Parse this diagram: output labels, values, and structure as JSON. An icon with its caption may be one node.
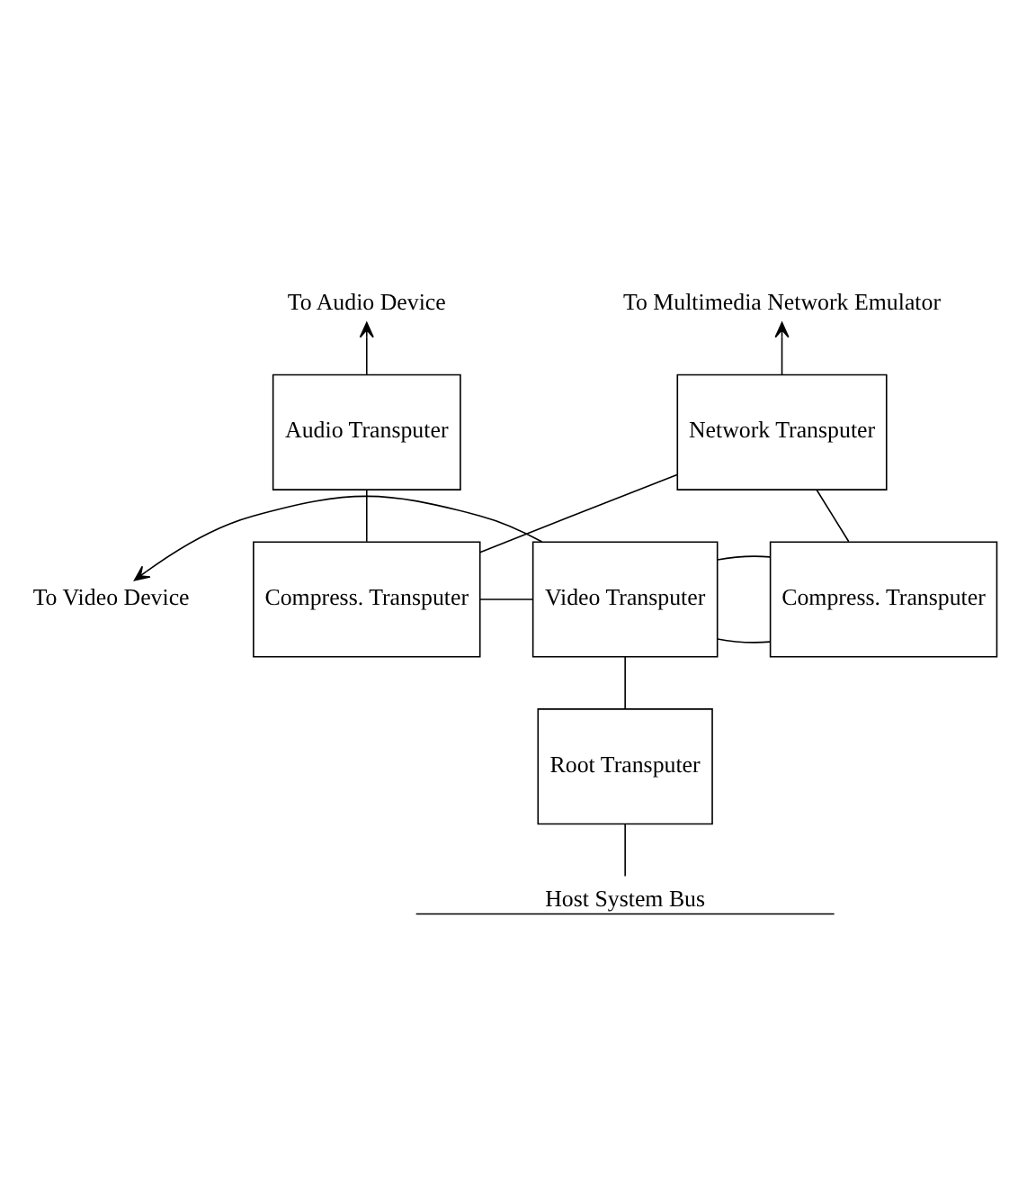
{
  "diagram": {
    "nodes": [
      {
        "text": [
          "Audio Transputer"
        ]
      },
      {
        "text": [
          "Network Transputer"
        ]
      },
      {
        "text": [
          "Compress. Transputer"
        ]
      },
      {
        "text": [
          "Video Transputer"
        ]
      },
      {
        "text": [
          "Compress. Transputer"
        ]
      },
      {
        "text": [
          "Root Transputer"
        ]
      },
      {
        "text": [
          "To Audio Device"
        ]
      },
      {
        "text": [
          "To Multimedia Network Emulator"
        ]
      },
      {
        "text": [
          "To Video Device"
        ]
      },
      {
        "text": [
          "Host System Bus"
        ]
      }
    ],
    "edges": [
      {
        "from": 0,
        "to": 6,
        "arrow": "to"
      },
      {
        "from": 1,
        "to": 7,
        "arrow": "to"
      },
      {
        "from": 3,
        "to": 8,
        "arrow": "to"
      },
      {
        "from": 0,
        "to": 2,
        "arrow": "none"
      },
      {
        "from": 1,
        "to": 2,
        "arrow": "none"
      },
      {
        "from": 1,
        "to": 4,
        "arrow": "none"
      },
      {
        "from": 2,
        "to": 3,
        "arrow": "none"
      },
      {
        "from": 3,
        "to": 4,
        "arrow": "none"
      },
      {
        "from": 3,
        "to": 4,
        "arrow": "none"
      },
      {
        "from": 3,
        "to": 5,
        "arrow": "none"
      },
      {
        "from": 5,
        "to": 9,
        "arrow": "none"
      }
    ]
  }
}
